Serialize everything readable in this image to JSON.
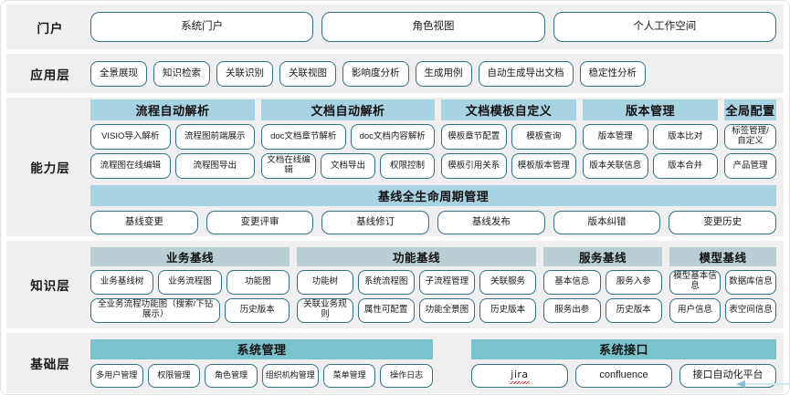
{
  "colors": {
    "band_background": "#efefef",
    "pill_border": "#36707f",
    "capability_header": "#a8d4e2",
    "knowledge_header": "#b9cdd2",
    "infrastructure_header": "#79c3cc",
    "page_background": "#ffffff",
    "spellcheck_underline": "#e03030"
  },
  "layers": {
    "portal": {
      "label": "门户",
      "items": [
        "系统门户",
        "角色视图",
        "个人工作空间"
      ]
    },
    "application": {
      "label": "应用层",
      "items": [
        "全景展现",
        "知识检索",
        "关联识别",
        "关联视图",
        "影响度分析",
        "生成用例",
        "自动生成导出文档",
        "稳定性分析"
      ]
    },
    "capability": {
      "label": "能力层",
      "groups": [
        {
          "title": "流程自动解析",
          "row1": [
            "VISIO导入解析",
            "流程图前端展示"
          ],
          "row2": [
            "流程图在线编辑",
            "流程图导出"
          ]
        },
        {
          "title": "文档自动解析",
          "row1": [
            "doc文档章节解析",
            "doc文档内容解析"
          ],
          "row2": [
            "文档在线编辑",
            "文档导出",
            "权限控制"
          ]
        },
        {
          "title": "文档模板自定义",
          "row1": [
            "模板章节配置",
            "模板查询"
          ],
          "row2": [
            "模板引用关系",
            "模板版本管理"
          ]
        },
        {
          "title": "版本管理",
          "row1": [
            "版本管理",
            "版本比对"
          ],
          "row2": [
            "版本关联信息",
            "版本合并"
          ]
        },
        {
          "title": "全局配置",
          "row1": [
            "标签管理/自定义"
          ],
          "row2": [
            "产品管理"
          ]
        }
      ],
      "baseline": {
        "title": "基线全生命周期管理",
        "items": [
          "基线变更",
          "变更评审",
          "基线修订",
          "基线发布",
          "版本纠错",
          "变更历史"
        ]
      }
    },
    "knowledge": {
      "label": "知识层",
      "groups": [
        {
          "title": "业务基线",
          "row1": [
            "业务基线树",
            "业务流程图",
            "功能图"
          ],
          "row2": [
            "全业务流程功能图（搜索/下钻展示）",
            "历史版本"
          ]
        },
        {
          "title": "功能基线",
          "row1": [
            "功能树",
            "系统流程图",
            "子流程管理",
            "关联服务"
          ],
          "row2": [
            "关联业务规则",
            "属性可配置",
            "功能全景图",
            "历史版本"
          ]
        },
        {
          "title": "服务基线",
          "row1": [
            "基本信息",
            "服务入参"
          ],
          "row2": [
            "服务出参",
            "历史版本"
          ]
        },
        {
          "title": "模型基线",
          "row1": [
            "模型基本信息",
            "数据库信息"
          ],
          "row2": [
            "用户信息",
            "表空间信息"
          ]
        }
      ]
    },
    "infrastructure": {
      "label": "基础层",
      "groups": [
        {
          "title": "系统管理",
          "items": [
            "多用户管理",
            "权限管理",
            "角色管理",
            "组织机构管理",
            "菜单管理",
            "操作日志"
          ]
        },
        {
          "title": "系统接口",
          "items": [
            "jira",
            "confluence",
            "接口自动化平台"
          ]
        }
      ]
    }
  }
}
